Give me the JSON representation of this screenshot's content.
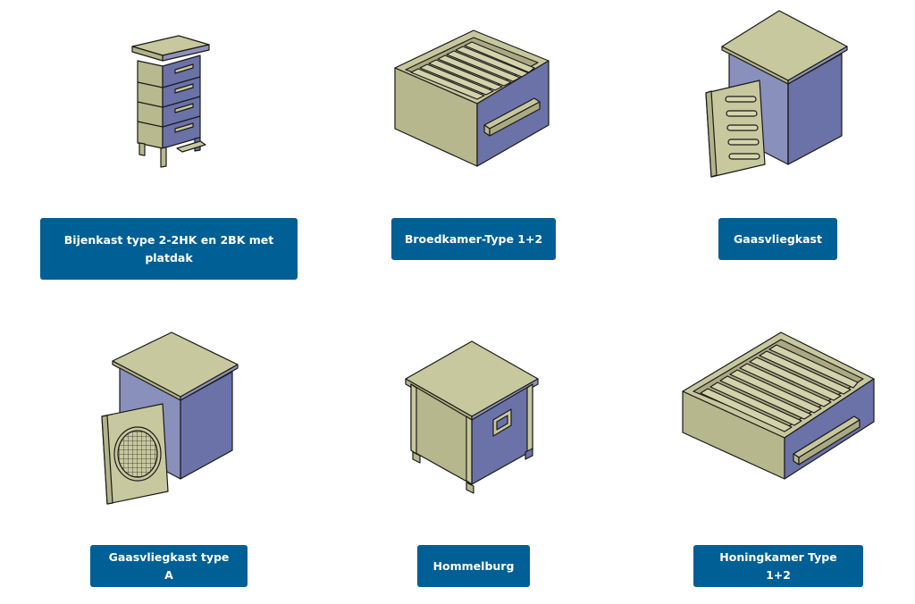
{
  "page": {
    "background": "#ffffff"
  },
  "theme": {
    "button_bg": "#005f94",
    "button_text": "#ffffff",
    "wood_light": "#c5c59b",
    "wood_mid": "#a9aa82",
    "panel_blue": "#6a72a8"
  },
  "products": [
    {
      "label": "Bijenkast type 2-2HK en 2BK met platdak",
      "icon": "beehive-tall-icon"
    },
    {
      "label": "Broedkamer-Type 1+2",
      "icon": "brood-chamber-icon"
    },
    {
      "label": "Gaasvliegkast",
      "icon": "lacewing-box-slots-icon"
    },
    {
      "label": "Gaasvliegkast type A",
      "icon": "lacewing-box-mesh-icon"
    },
    {
      "label": "Hommelburg",
      "icon": "bumblebee-house-icon"
    },
    {
      "label": "Honingkamer Type 1+2",
      "icon": "honey-chamber-icon"
    }
  ]
}
